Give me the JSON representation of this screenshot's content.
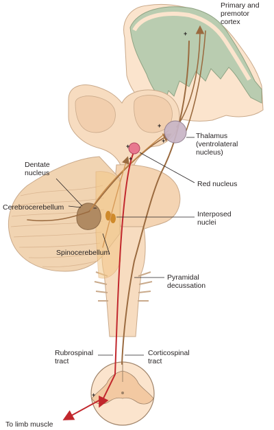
{
  "labels": {
    "cortex": "Primary and\npremotor\ncortex",
    "thalamus": "Thalamus\n(ventrolateral\nnucleus)",
    "red_nucleus": "Red nucleus",
    "dentate": "Dentate\nnucleus",
    "cerebrocerebellum": "Cerebrocerebellum",
    "interposed": "Interposed\nnuclei",
    "spinocerebellum": "Spinocerebellum",
    "pyramidal": "Pyramidal\ndecussation",
    "rubrospinal": "Rubrospinal\ntract",
    "corticospinal": "Corticospinal\ntract",
    "limb_muscle": "To limb muscle"
  },
  "signs": {
    "excitatory": "+",
    "inhibitory": "−"
  },
  "colors": {
    "tissue": "#f7dcc0",
    "tissue_dark": "#e9c09a",
    "cortex_gray": "#b9ccb0",
    "pathway_brown": "#9a6a3f",
    "pathway_red": "#c1272d",
    "thalamus": "#c8b5c6",
    "dentate": "#b08a62",
    "interposed": "#cf8a2a",
    "red_nucleus": "#e8788f"
  }
}
